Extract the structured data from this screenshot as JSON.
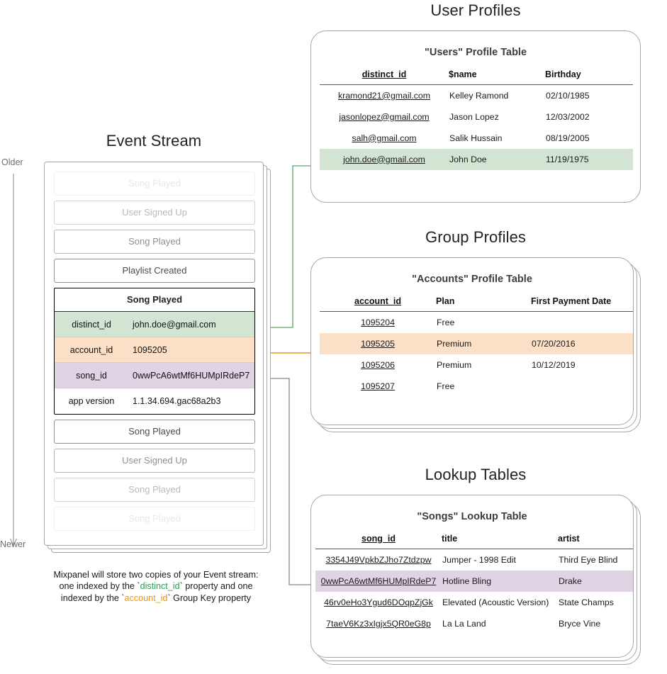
{
  "sections": {
    "event_stream": {
      "title": "Event Stream",
      "older_label": "Older",
      "newer_label": "Newer",
      "events_above": [
        {
          "label": "Song Played"
        },
        {
          "label": "User Signed Up"
        },
        {
          "label": "Song Played"
        },
        {
          "label": "Playlist Created"
        }
      ],
      "expanded_event": {
        "name": "Song Played",
        "properties": [
          {
            "key": "distinct_id",
            "value": "john.doe@gmail.com",
            "highlight": "green"
          },
          {
            "key": "account_id",
            "value": "1095205",
            "highlight": "orange"
          },
          {
            "key": "song_id",
            "value": "0wwPcA6wtMf6HUMpIRdeP7",
            "highlight": "purple"
          },
          {
            "key": "app version",
            "value": "1.1.34.694.gac68a2b3",
            "highlight": "none"
          }
        ]
      },
      "events_below": [
        {
          "label": "Song Played"
        },
        {
          "label": "User Signed Up"
        },
        {
          "label": "Song Played"
        },
        {
          "label": "Song Played"
        }
      ],
      "caption": {
        "line1": "Mixpanel will store two copies of your Event stream:",
        "line2_pre": "one indexed by the `",
        "line2_key": "distinct_id",
        "line2_post": "` property and one",
        "line3_pre": "indexed by the `",
        "line3_key": "account_id",
        "line3_post": "` Group Key property"
      }
    },
    "user_profiles": {
      "title": "User Profiles",
      "table": {
        "caption": "\"Users\" Profile Table",
        "headers": [
          "distinct_id",
          "$name",
          "Birthday"
        ],
        "rows": [
          {
            "cells": [
              "kramond21@gmail.com",
              "Kelley Ramond",
              "02/10/1985"
            ],
            "highlight": "none"
          },
          {
            "cells": [
              "jasonlopez@gmail.com",
              "Jason Lopez",
              "12/03/2002"
            ],
            "highlight": "none"
          },
          {
            "cells": [
              "salh@gmail.com",
              "Salik Hussain",
              "08/19/2005"
            ],
            "highlight": "none"
          },
          {
            "cells": [
              "john.doe@gmail.com",
              "John Doe",
              "11/19/1975"
            ],
            "highlight": "green"
          }
        ]
      }
    },
    "group_profiles": {
      "title": "Group Profiles",
      "table": {
        "caption": "\"Accounts\" Profile Table",
        "headers": [
          "account_id",
          "Plan",
          "First Payment Date"
        ],
        "rows": [
          {
            "cells": [
              "1095204",
              "Free",
              ""
            ],
            "highlight": "none"
          },
          {
            "cells": [
              "1095205",
              "Premium",
              "07/20/2016"
            ],
            "highlight": "orange"
          },
          {
            "cells": [
              "1095206",
              "Premium",
              "10/12/2019"
            ],
            "highlight": "none"
          },
          {
            "cells": [
              "1095207",
              "Free",
              ""
            ],
            "highlight": "none"
          }
        ]
      }
    },
    "lookup_tables": {
      "title": "Lookup Tables",
      "table": {
        "caption": "\"Songs\" Lookup Table",
        "headers": [
          "song_id",
          "title",
          "artist"
        ],
        "rows": [
          {
            "cells": [
              "3354J49VpkbZJho7Ztdzpw",
              "Jumper - 1998 Edit",
              "Third Eye Blind"
            ],
            "highlight": "none"
          },
          {
            "cells": [
              "0wwPcA6wtMf6HUMpIRdeP7",
              "Hotline Bling",
              "Drake"
            ],
            "highlight": "purple"
          },
          {
            "cells": [
              "46rv0eHo3Ygud6DOqpZjGk",
              "Elevated (Acoustic Version)",
              "State Champs"
            ],
            "highlight": "none"
          },
          {
            "cells": [
              "7taeV6Kz3xIgjx5QR0eG8p",
              "La La Land",
              "Bryce Vine"
            ],
            "highlight": "none"
          }
        ]
      }
    }
  },
  "colors": {
    "green_row": "#d4e4d2",
    "orange_row": "#fbe0c7",
    "purple_row": "#e0d3e4",
    "green_arrow": "#5aa469",
    "orange_arrow": "#e8981f",
    "gray_arrow": "#8d8392",
    "card_border": "#a6a6a6"
  }
}
